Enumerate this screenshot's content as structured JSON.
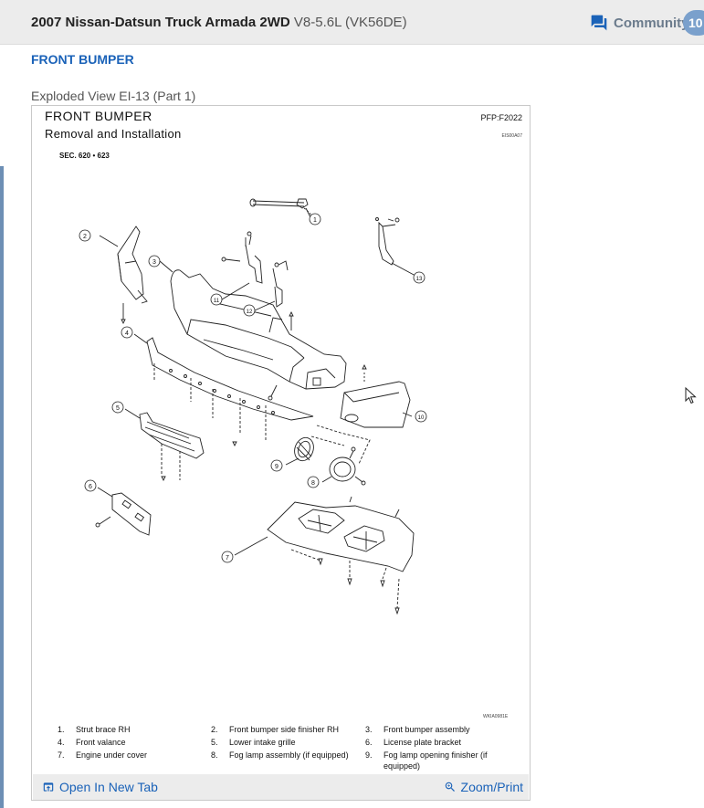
{
  "header": {
    "vehicle_name": "2007 Nissan-Datsun Truck Armada 2WD",
    "engine": "V8-5.6L (VK56DE)",
    "community_label": "Community",
    "community_count": "10",
    "community_icon": "forum-icon"
  },
  "section_title": "FRONT BUMPER",
  "exploded_view_caption": "Exploded View EI-13 (Part 1)",
  "diagram": {
    "title": "FRONT BUMPER",
    "subtitle": "Removal and Installation",
    "pfp_code": "PFP:F2022",
    "ref_code": "EIS00A07",
    "section": "SEC. 620 • 623",
    "watermark": "WKIA0981E",
    "callouts": [
      "1",
      "2",
      "3",
      "4",
      "5",
      "6",
      "7",
      "8",
      "9",
      "10",
      "11",
      "12",
      "13"
    ],
    "legend": [
      {
        "num": "1.",
        "text": "Strut brace RH"
      },
      {
        "num": "2.",
        "text": "Front bumper side finisher RH"
      },
      {
        "num": "3.",
        "text": "Front bumper assembly"
      },
      {
        "num": "4.",
        "text": "Front valance"
      },
      {
        "num": "5.",
        "text": "Lower intake grille"
      },
      {
        "num": "6.",
        "text": "License plate bracket"
      },
      {
        "num": "7.",
        "text": "Engine under cover"
      },
      {
        "num": "8.",
        "text": "Fog lamp assembly (if equipped)"
      },
      {
        "num": "9.",
        "text": "Fog lamp opening finisher (if equipped)"
      }
    ]
  },
  "footer": {
    "open_tab_label": "Open In New Tab",
    "zoom_label": "Zoom/Print",
    "open_tab_icon": "open-in-new-tab-icon",
    "zoom_icon": "zoom-in-icon"
  },
  "colors": {
    "link": "#1a62b8",
    "header_bg": "#ececec",
    "badge_bg": "#7aa0cc"
  }
}
